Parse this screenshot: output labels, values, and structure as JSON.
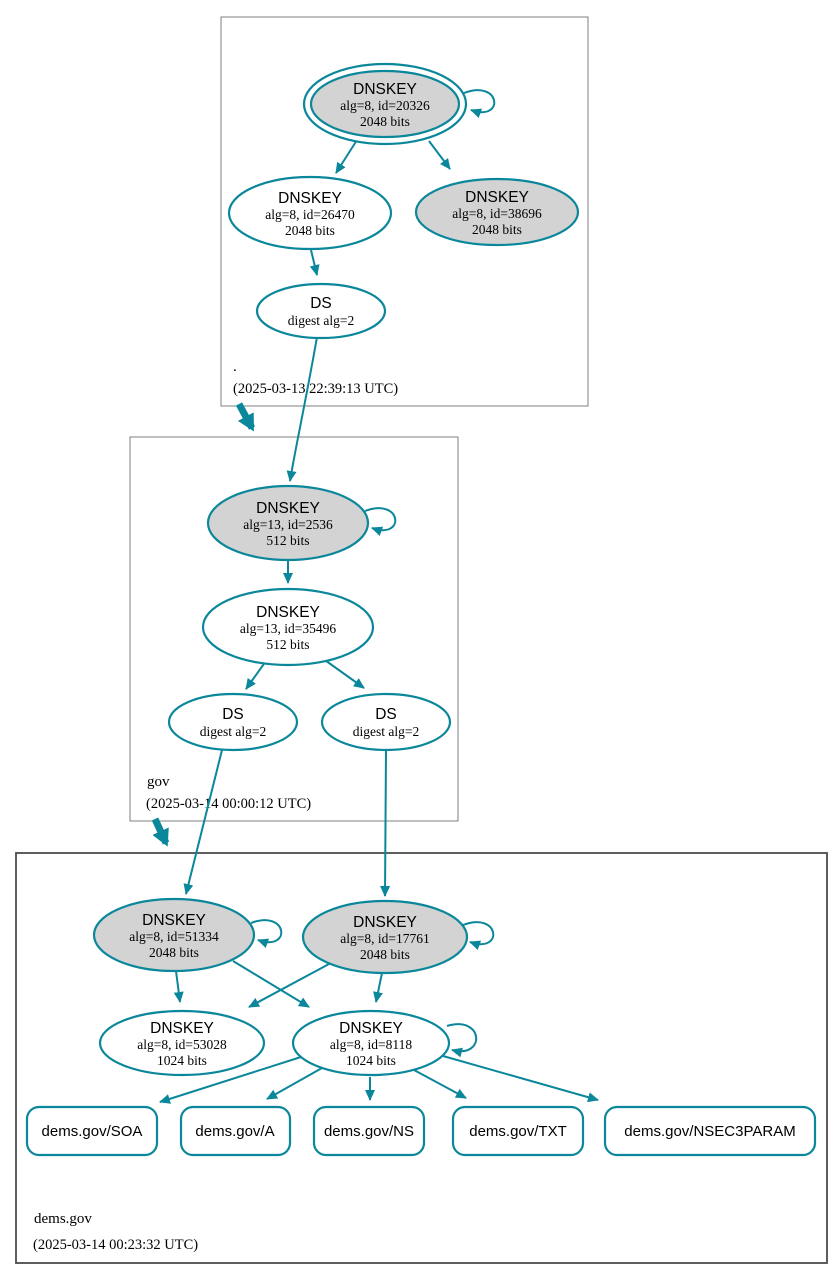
{
  "colors": {
    "edge_secure": "#0a879a",
    "ksk_fill": "#d3d3d3",
    "node_fill": "#ffffff",
    "zone_border": "#7f7f7f"
  },
  "zones": [
    {
      "label": ".",
      "timestamp": "(2025-03-13 22:39:13 UTC)",
      "nodes": {
        "ksk": {
          "title": "DNSKEY",
          "detail": "alg=8, id=20326",
          "bits": "2048 bits"
        },
        "zsk": {
          "title": "DNSKEY",
          "detail": "alg=8, id=26470",
          "bits": "2048 bits"
        },
        "key2": {
          "title": "DNSKEY",
          "detail": "alg=8, id=38696",
          "bits": "2048 bits"
        },
        "ds": {
          "title": "DS",
          "detail": "digest alg=2"
        }
      }
    },
    {
      "label": "gov",
      "timestamp": "(2025-03-14 00:00:12 UTC)",
      "nodes": {
        "ksk": {
          "title": "DNSKEY",
          "detail": "alg=13, id=2536",
          "bits": "512 bits"
        },
        "zsk": {
          "title": "DNSKEY",
          "detail": "alg=13, id=35496",
          "bits": "512 bits"
        },
        "ds1": {
          "title": "DS",
          "detail": "digest alg=2"
        },
        "ds2": {
          "title": "DS",
          "detail": "digest alg=2"
        }
      }
    },
    {
      "label": "dems.gov",
      "timestamp": "(2025-03-14 00:23:32 UTC)",
      "nodes": {
        "ksk1": {
          "title": "DNSKEY",
          "detail": "alg=8, id=51334",
          "bits": "2048 bits"
        },
        "ksk2": {
          "title": "DNSKEY",
          "detail": "alg=8, id=17761",
          "bits": "2048 bits"
        },
        "zsk1": {
          "title": "DNSKEY",
          "detail": "alg=8, id=53028",
          "bits": "1024 bits"
        },
        "zsk2": {
          "title": "DNSKEY",
          "detail": "alg=8, id=8118",
          "bits": "1024 bits"
        },
        "rrsets": [
          "dems.gov/SOA",
          "dems.gov/A",
          "dems.gov/NS",
          "dems.gov/TXT",
          "dems.gov/NSEC3PARAM"
        ]
      }
    }
  ]
}
